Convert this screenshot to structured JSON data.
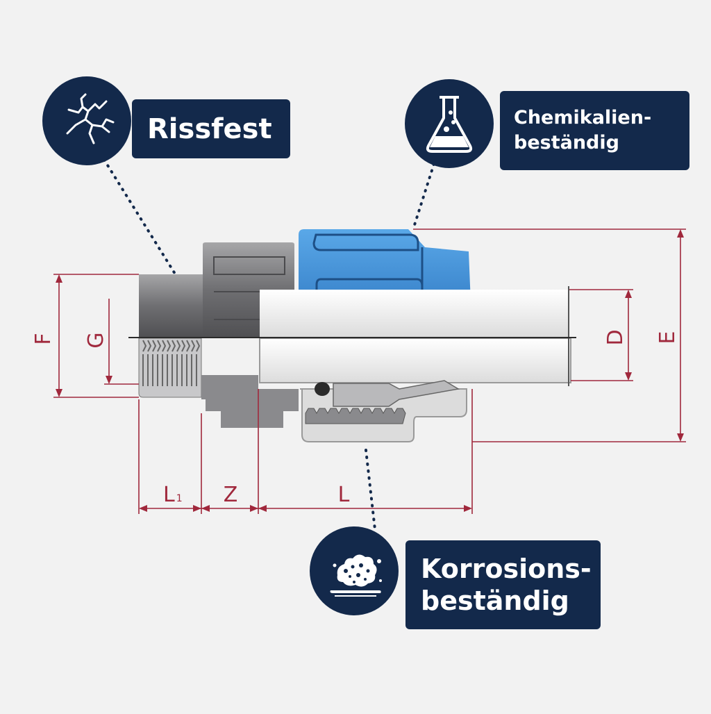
{
  "features": {
    "rissfest": {
      "label": "Rissfest",
      "icon": "crack-icon"
    },
    "chemikalien": {
      "line1": "Chemikalien-",
      "line2": "beständig",
      "icon": "flask-icon"
    },
    "korrosion": {
      "line1": "Korrosions-",
      "line2": "beständig",
      "icon": "corrosion-icon"
    }
  },
  "dimensions": {
    "F": "F",
    "G": "G",
    "D": "D",
    "E": "E",
    "L1_main": "L",
    "L1_sub": "1",
    "Z": "Z",
    "L": "L"
  },
  "colors": {
    "navy": "#13294b",
    "dimension": "#a0283c",
    "blue": "#3d8fd6",
    "grey": "#8c8c8e",
    "light": "#dcdcdc"
  }
}
